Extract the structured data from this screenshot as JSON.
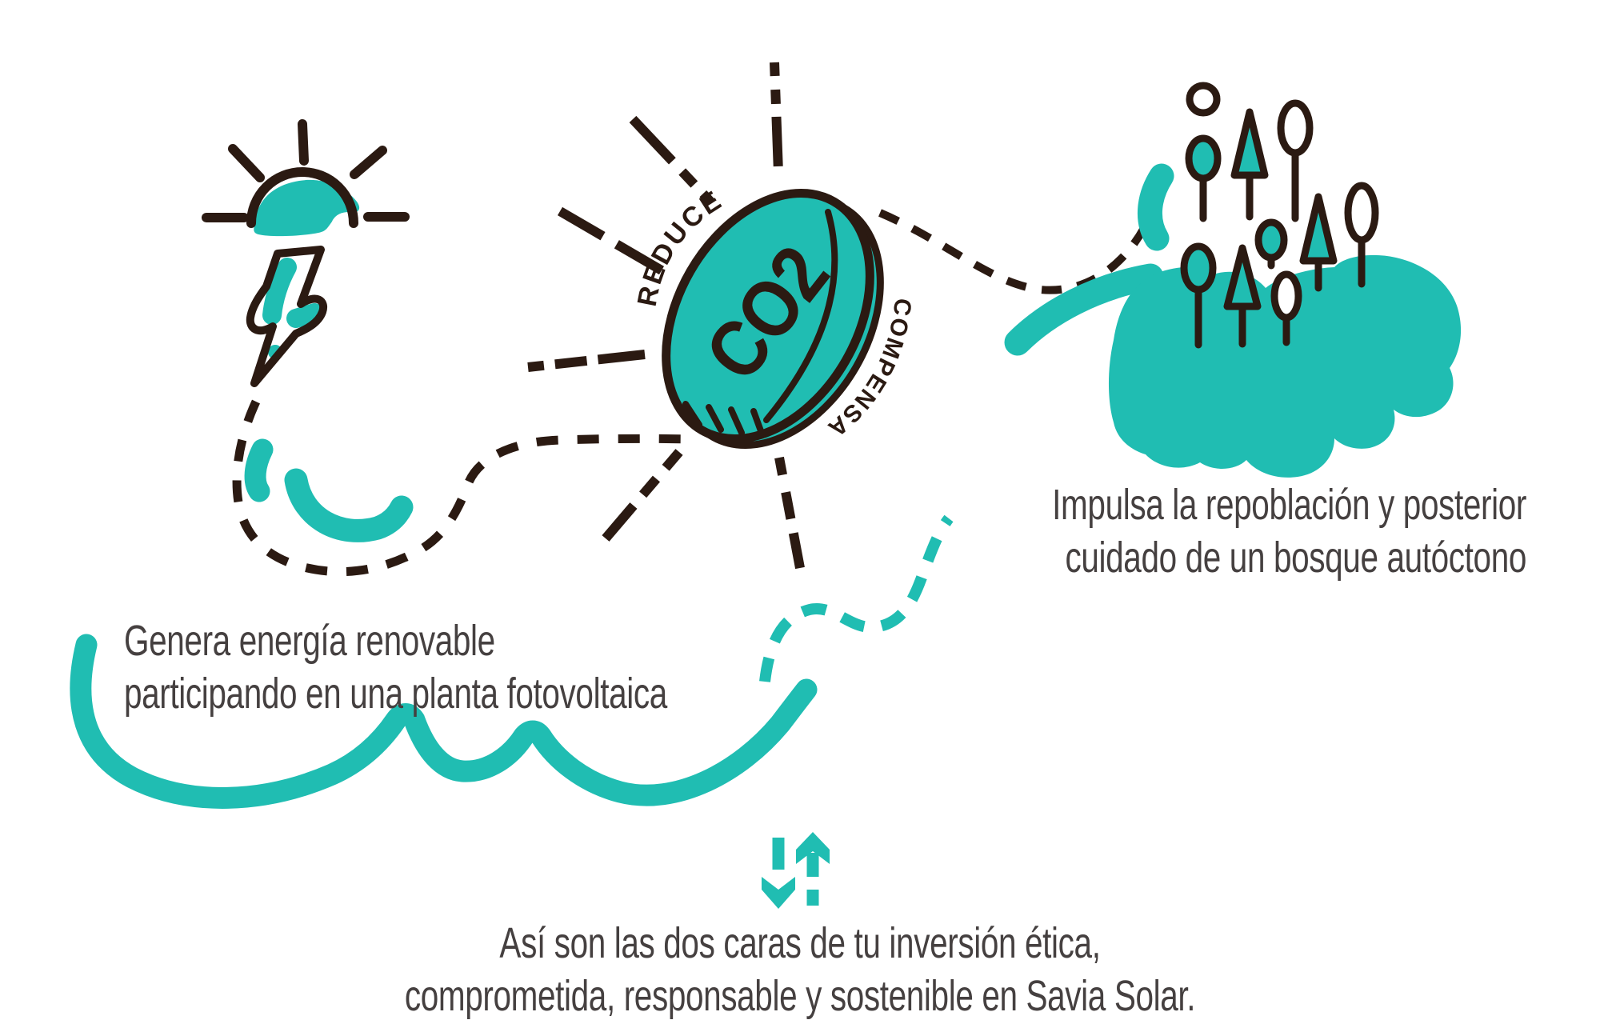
{
  "colors": {
    "teal": "#20BDB2",
    "ink": "#2B1A12",
    "caption_text": "#454040",
    "background": "#FFFFFF"
  },
  "coin": {
    "face_label": "CO2",
    "top_arc_label": "REDUCE",
    "bottom_arc_label": "COMPENSA"
  },
  "captions": {
    "energy": {
      "line1": "Genera energía renovable",
      "line2": "participando en una planta fotovoltaica"
    },
    "forest": {
      "line1": "Impulsa la repoblación y posterior",
      "line2": "cuidado de un bosque autóctono"
    },
    "footer": {
      "line1": "Así son las dos caras de tu inversión ética,",
      "line2": "comprometida, responsable y sostenible en Savia Solar."
    }
  },
  "icons": {
    "sun": "sun-icon",
    "lightning": "lightning-bolt-icon",
    "coin": "co2-coin-icon",
    "forest": "forest-icon",
    "trees": "tree-icon",
    "wave": "wave-brush-stroke",
    "arrows": "exchange-arrows-icon"
  }
}
